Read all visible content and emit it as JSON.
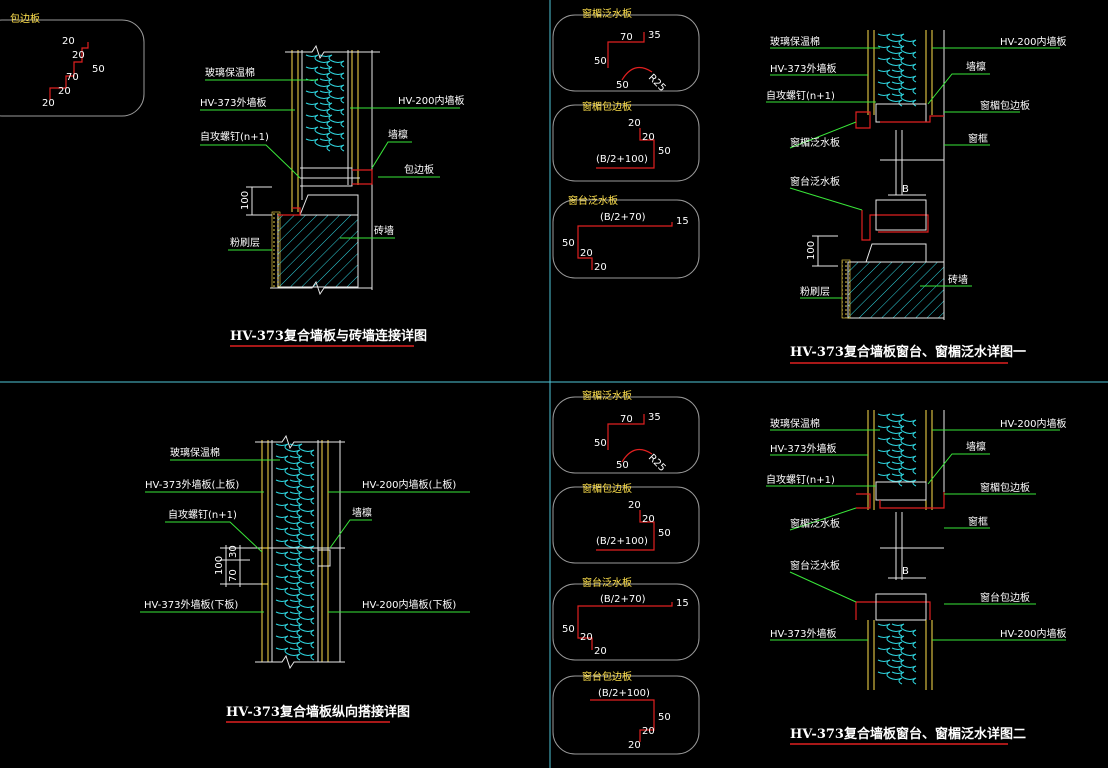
{
  "colors": {
    "background": "#000000",
    "wall_panel": "#ffe14d",
    "insulation": "#2fd6e0",
    "flashing": "#e02020",
    "dimension": "#39e639",
    "leader": "#39e639",
    "text": "#ffffff",
    "divider": "#4fc6d9"
  },
  "legend_tl": {
    "title": "包边板",
    "dims": [
      "20",
      "20",
      "50",
      "70",
      "20",
      "20"
    ]
  },
  "panel_tl": {
    "title": "HV-373复合墙板与砖墙连接详图",
    "labels": {
      "insulation": "玻璃保温棉",
      "outer_panel": "HV-373外墙板",
      "inner_panel": "HV-200内墙板",
      "screw": "自攻螺钉(n+1)",
      "purlin": "墙檩",
      "trim": "包边板",
      "dim_100": "100",
      "plaster": "粉刷层",
      "brick": "砖墙"
    }
  },
  "panel_tr_legends": {
    "lintel_flashing": {
      "title": "窗楣泛水板",
      "dims": [
        "70",
        "35",
        "50",
        "50",
        "R25"
      ]
    },
    "lintel_trim": {
      "title": "窗楣包边板",
      "dims": [
        "20",
        "20",
        "50",
        "(B/2+100)"
      ]
    },
    "sill_flashing": {
      "title": "窗台泛水板",
      "dims": [
        "(B/2+70)",
        "15",
        "50",
        "20",
        "20"
      ]
    }
  },
  "panel_tr": {
    "title": "HV-373复合墙板窗台、窗楣泛水详图一",
    "labels": {
      "insulation": "玻璃保温棉",
      "outer_panel": "HV-373外墙板",
      "inner_panel": "HV-200内墙板",
      "screw": "自攻螺钉(n+1)",
      "purlin": "墙檩",
      "lintel_flashing": "窗楣泛水板",
      "lintel_trim": "窗楣包边板",
      "window_frame": "窗框",
      "sill_flashing": "窗台泛水板",
      "dim_b": "B",
      "dim_100": "100",
      "plaster": "粉刷层",
      "brick": "砖墙"
    }
  },
  "panel_bl": {
    "title": "HV-373复合墙板纵向搭接详图",
    "labels": {
      "insulation": "玻璃保温棉",
      "outer_upper": "HV-373外墙板(上板)",
      "inner_upper": "HV-200内墙板(上板)",
      "screw": "自攻螺钉(n+1)",
      "purlin": "墙檩",
      "dim_100": "100",
      "dim_70": "70",
      "dim_30": "30",
      "outer_lower": "HV-373外墙板(下板)",
      "inner_lower": "HV-200内墙板(下板)"
    }
  },
  "panel_br_legends": {
    "lintel_flashing": {
      "title": "窗楣泛水板",
      "dims": [
        "70",
        "35",
        "50",
        "50",
        "R25"
      ]
    },
    "lintel_trim": {
      "title": "窗楣包边板",
      "dims": [
        "20",
        "20",
        "50",
        "(B/2+100)"
      ]
    },
    "sill_flashing": {
      "title": "窗台泛水板",
      "dims": [
        "(B/2+70)",
        "15",
        "50",
        "20",
        "20"
      ]
    },
    "sill_trim": {
      "title": "窗台包边板",
      "dims": [
        "(B/2+100)",
        "50",
        "20",
        "20"
      ]
    }
  },
  "panel_br": {
    "title": "HV-373复合墙板窗台、窗楣泛水详图二",
    "labels": {
      "insulation": "玻璃保温棉",
      "outer_panel": "HV-373外墙板",
      "inner_panel": "HV-200内墙板",
      "screw": "自攻螺钉(n+1)",
      "purlin": "墙檩",
      "lintel_trim": "窗楣包边板",
      "lintel_flashing": "窗楣泛水板",
      "window_frame": "窗框",
      "sill_flashing": "窗台泛水板",
      "sill_trim": "窗台包边板",
      "dim_b": "B",
      "outer_panel_2": "HV-373外墙板",
      "inner_panel_2": "HV-200内墙板"
    }
  }
}
